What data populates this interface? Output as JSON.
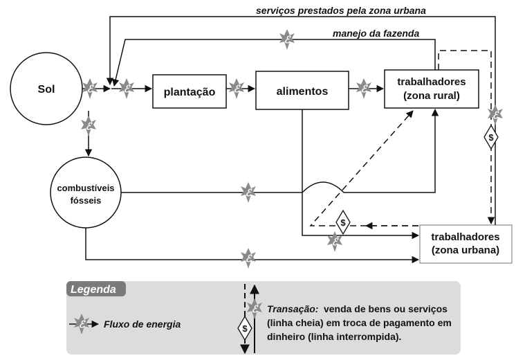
{
  "nodes": {
    "sol": "Sol",
    "fossil_line1": "combustíveis",
    "fossil_line2": "fósseis",
    "plantacao": "plantação",
    "alimentos": "alimentos",
    "rural_line1": "trabalhadores",
    "rural_line2": "(zona rural)",
    "urban_line1": "trabalhadores",
    "urban_line2": "(zona urbana)"
  },
  "flows": {
    "urban_services": "serviços prestados pela zona urbana",
    "farm_management": "manejo da fazenda"
  },
  "symbols": {
    "energy": "ℰ",
    "money": "$"
  },
  "legend": {
    "title": "Legenda",
    "energy_flow": "Fluxo de energia",
    "transaction_term": "Transação:",
    "transaction_line1": "venda de bens ou serviços",
    "transaction_line2": "(linha cheia) em troca de pagamento em",
    "transaction_line3": "dinheiro (linha interrompida)."
  },
  "colors": {
    "star": "#8a8a8a",
    "legend_bg": "#dcdcdc",
    "legend_title_bg": "#7a7a7a",
    "line": "#111111"
  }
}
